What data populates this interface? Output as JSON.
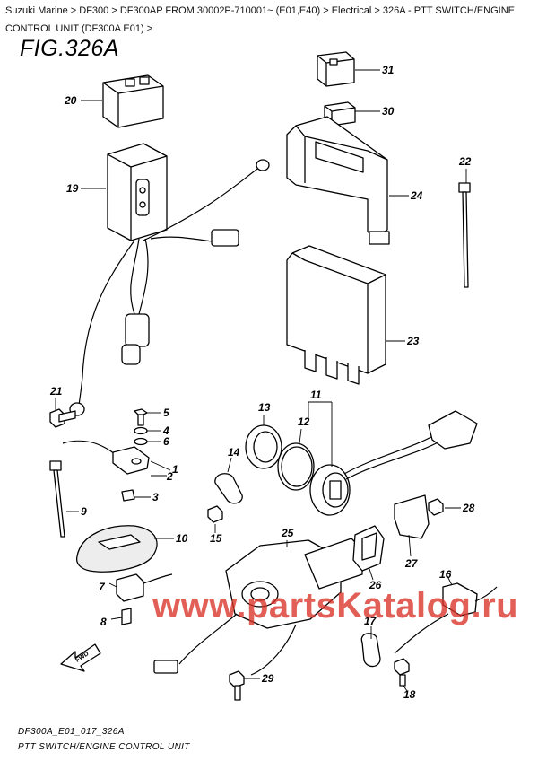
{
  "breadcrumb": {
    "items": [
      "Suzuki Marine",
      "DF300",
      "DF300AP FROM 30002P-710001~ (E01,E40)",
      "Electrical",
      "326A - PTT SWITCH/ENGINE CONTROL UNIT (DF300A E01)"
    ],
    "separator": ">"
  },
  "figure": {
    "title": "FIG.326A",
    "code": "DF300A_E01_017_326A",
    "name": "PTT SWITCH/ENGINE CONTROL UNIT"
  },
  "watermark": "www.partsKatalog.ru",
  "fwd_label": "FWD",
  "callouts": [
    "1",
    "2",
    "3",
    "4",
    "5",
    "6",
    "7",
    "8",
    "9",
    "10",
    "11",
    "12",
    "13",
    "14",
    "15",
    "16",
    "17",
    "18",
    "19",
    "20",
    "21",
    "22",
    "23",
    "24",
    "25",
    "26",
    "27",
    "28",
    "29",
    "30",
    "31"
  ],
  "colors": {
    "watermark": "#da3228",
    "line": "#000000"
  }
}
